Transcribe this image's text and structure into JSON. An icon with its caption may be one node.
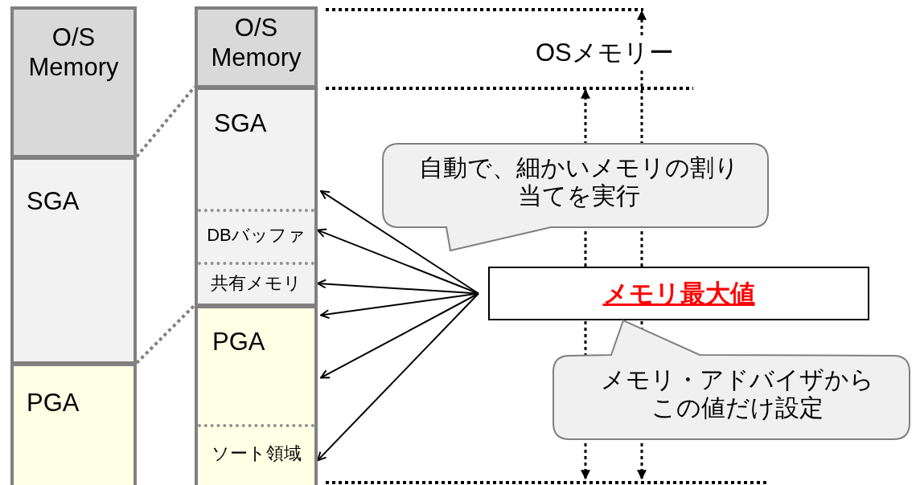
{
  "diagram": {
    "nodes": [
      {
        "text": [
          "O/S Memory"
        ]
      },
      {
        "text": [
          "SGA"
        ]
      },
      {
        "text": [
          "PGA"
        ]
      },
      {
        "text": [
          "O/S Memory"
        ]
      },
      {
        "text": [
          "SGA"
        ]
      },
      {
        "text": [
          "DBバッファ"
        ],
        "in": 4
      },
      {
        "text": [
          "共有メモリ"
        ],
        "in": 4
      },
      {
        "text": [
          "PGA"
        ]
      },
      {
        "text": [
          "ソート領域"
        ],
        "in": 7
      },
      {
        "text": [
          "自動で、細かいメモリの割り当てを実行"
        ]
      },
      {
        "text": [
          "メモリ最大値"
        ]
      },
      {
        "text": [
          "メモリ・アドバイザからこの値だけ設定"
        ]
      }
    ],
    "edges": [
      {
        "from": 1,
        "to": 4,
        "arrow": "none",
        "style": "dashed",
        "color": "#808080"
      },
      {
        "from": 2,
        "to": 7,
        "arrow": "none",
        "style": "dashed",
        "color": "#808080"
      },
      {
        "from": 10,
        "to": 4,
        "arrow": "to"
      },
      {
        "from": 10,
        "to": 5,
        "arrow": "to"
      },
      {
        "from": 10,
        "to": 6,
        "arrow": "to"
      },
      {
        "from": 10,
        "to": 7,
        "arrow": "to"
      },
      {
        "from": 10,
        "to": 7,
        "arrow": "to"
      },
      {
        "from": 10,
        "to": 8,
        "arrow": "to"
      }
    ],
    "labels": [
      "OSメモリー"
    ]
  }
}
